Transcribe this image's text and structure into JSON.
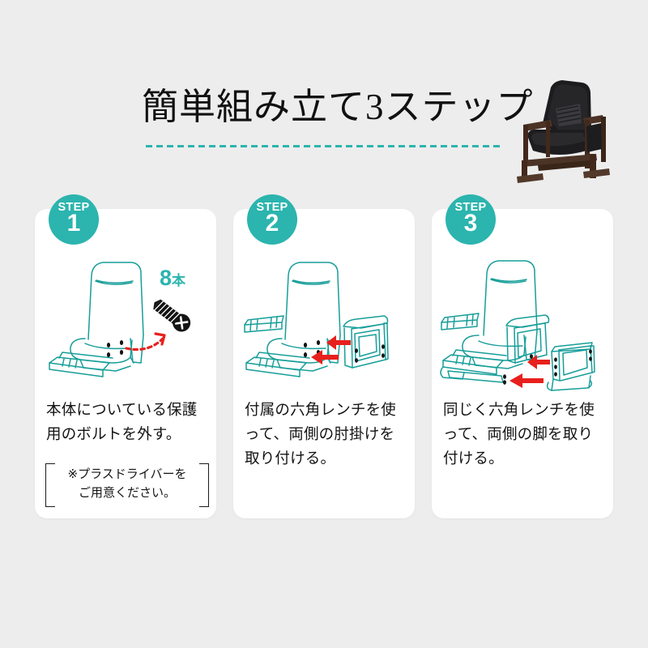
{
  "header": {
    "title": "簡単組み立て3ステップ",
    "divider": "teal-dashed-rule"
  },
  "product_photo": {
    "alt": "黒いレザー リクライニング高座椅子"
  },
  "colors": {
    "background": "#ededed",
    "card": "#ffffff",
    "accent_teal": "#2cb4ae",
    "arrow_red": "#e8201d",
    "text": "#141414",
    "bolt_black": "#141414",
    "wood_dark": "#4b3326"
  },
  "steps": [
    {
      "badge_word": "STEP",
      "badge_number": "1",
      "caption": "本体についている保護用のボルトを外す。",
      "note": {
        "line1": "※プラスドライバーを",
        "line2": "ご用意ください。"
      },
      "illustration": {
        "name": "chair-with-protective-bolt",
        "quantity_number": "8",
        "quantity_unit": "本",
        "parts": [
          "chair-body",
          "phillips-bolt",
          "red-dotted-arrow"
        ]
      }
    },
    {
      "badge_word": "STEP",
      "badge_number": "2",
      "caption": "付属の六角レンチを使って、両側の肘掛けを取り付ける。",
      "note": null,
      "illustration": {
        "name": "chair-with-armrest-attachment",
        "parts": [
          "chair-body",
          "armrest-part",
          "red-arrow-upper",
          "red-arrow-lower"
        ]
      }
    },
    {
      "badge_word": "STEP",
      "badge_number": "3",
      "caption": "同じく六角レンチを使って、両側の脚を取り付ける。",
      "note": null,
      "illustration": {
        "name": "chair-with-leg-attachment",
        "parts": [
          "chair-body-with-armrests",
          "leg-frame-part",
          "red-arrow-upper",
          "red-arrow-lower"
        ]
      }
    }
  ]
}
